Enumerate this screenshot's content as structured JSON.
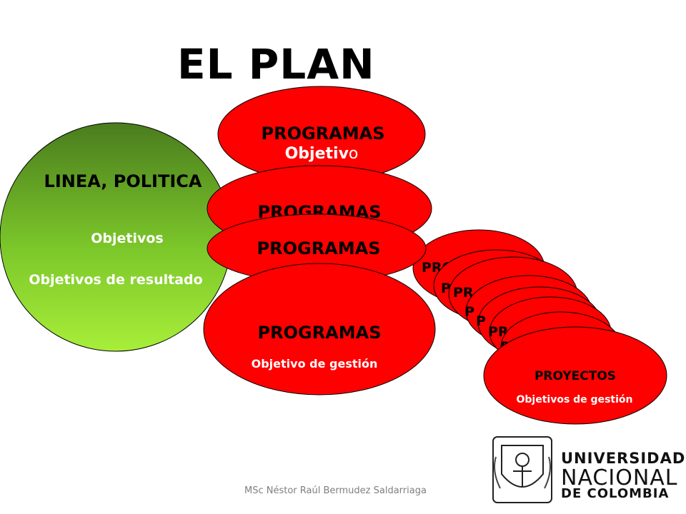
{
  "title": "EL PLAN",
  "linea": {
    "heading": "LINEA, POLITICA",
    "objetivos": "Objetivos",
    "resultado": "Objetivos de resultado"
  },
  "programas": [
    {
      "label": "PROGRAMAS",
      "objetivo_a": "Objetiv",
      "objetivo_b": "o"
    },
    {
      "label": "PROGRAMAS"
    },
    {
      "label": "PROGRAMAS"
    },
    {
      "label": "PROGRAMAS",
      "objetivo": "Objetivo de gestión"
    }
  ],
  "proyectos": {
    "stack_fragments": [
      "PRO",
      "P",
      "PR",
      "P",
      "P",
      "PR",
      "P"
    ],
    "label": "PROYECTOS",
    "objetivo": "Objetivos de gestión"
  },
  "footer": "MSc Néstor Raúl Bermudez Saldarriaga",
  "logo": {
    "line1": "UNIVERSIDAD",
    "line2": "NACIONAL",
    "line3": "DE COLOMBIA"
  },
  "colors": {
    "red": "#ff0000",
    "green_dark": "#4a7c1e",
    "green_light": "#a8ee3a"
  }
}
